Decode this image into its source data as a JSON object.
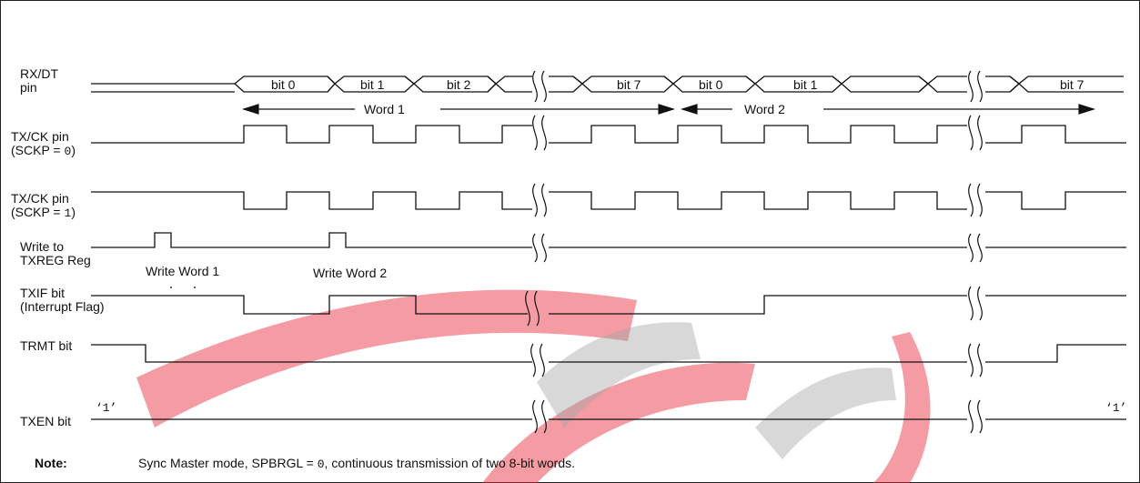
{
  "signals": {
    "rxdt": {
      "line1": "RX/DT",
      "line2": "pin"
    },
    "txck0": {
      "line1": "TX/CK pin",
      "line2_prefix": "(SCKP = ",
      "line2_value": "0",
      "line2_suffix": ")"
    },
    "txck1": {
      "line1": "TX/CK pin",
      "line2_prefix": "(SCKP = ",
      "line2_value": "1",
      "line2_suffix": ")"
    },
    "txreg": {
      "line1": "Write to",
      "line2": "TXREG Reg"
    },
    "txif": {
      "line1": "TXIF bit",
      "line2": "(Interrupt Flag)"
    },
    "trmt": {
      "label": "TRMT bit"
    },
    "txen": {
      "label": "TXEN bit"
    }
  },
  "bits": {
    "word1": [
      "bit 0",
      "bit 1",
      "bit 2",
      "bit 7"
    ],
    "word2": [
      "bit 0",
      "bit 1",
      "bit 7"
    ]
  },
  "words": {
    "word1": "Word 1",
    "word2": "Word 2"
  },
  "writes": {
    "write1": "Write Word 1",
    "write2": "Write Word 2"
  },
  "txen_values": {
    "left": "‘1’",
    "right": "‘1’"
  },
  "note": {
    "label": "Note:",
    "text_prefix": "Sync Master mode, SPBRGL = ",
    "text_value": "0",
    "text_suffix": ", continuous transmission of two 8-bit words."
  },
  "colors": {
    "watermark": "#e8283a",
    "watermark_gray": "#9a9a9a",
    "line": "#111111"
  }
}
